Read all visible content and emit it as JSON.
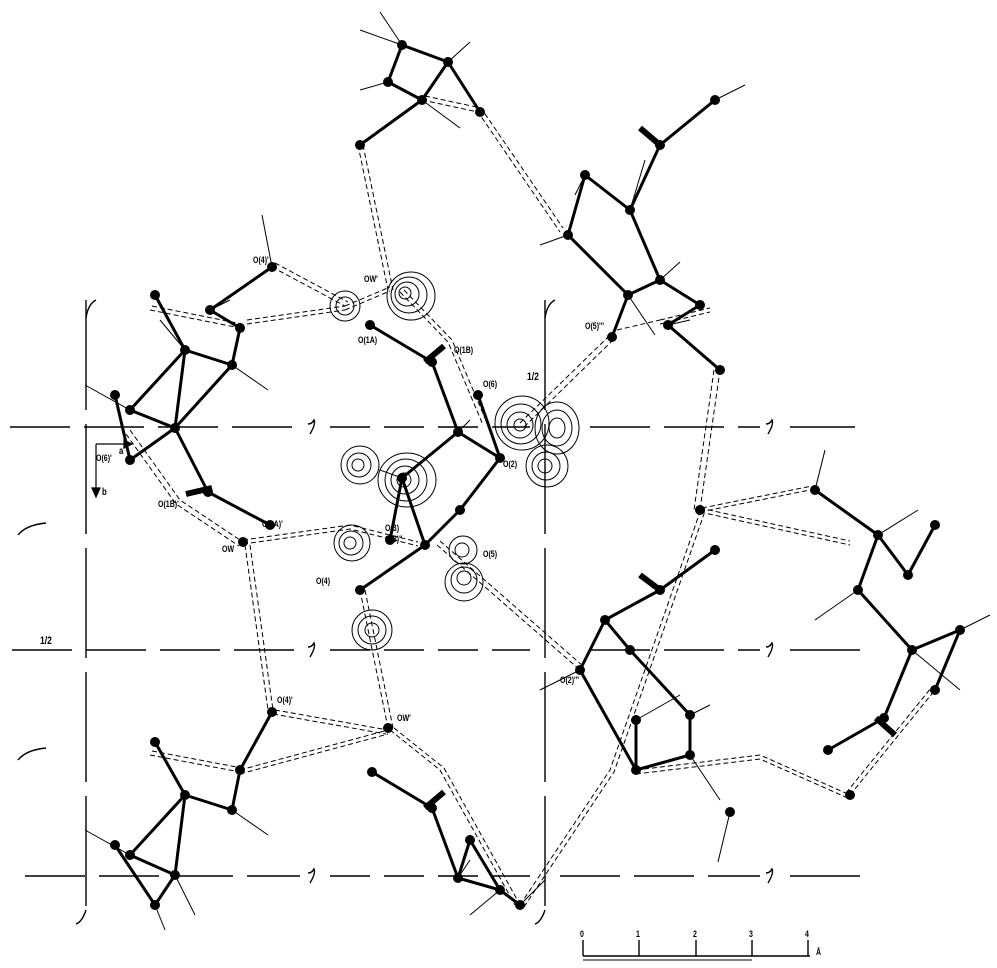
{
  "labels": {
    "o4_top": "O(4)'",
    "ow_top": "OW'",
    "o1a": "O(1A)",
    "o1b": "O(1B)",
    "o6": "O(6)",
    "half_top": "1/2",
    "o5_upper": "O(5)'''",
    "o6_left": "O(6)'",
    "o1b_left": "O(1B)'",
    "o1a_left": "O(1A)'",
    "o2": "O(2)",
    "o3": "O(3)",
    "o3b": "O(3)\"",
    "o5": "O(5)",
    "ow": "OW",
    "o4": "O(4)",
    "half_left": "1/2",
    "o2_lower": "O(2)'''",
    "o4_lower": "O(4)'",
    "ow_lower": "OW'",
    "axis_a": "a",
    "axis_b": "b"
  },
  "scale_bar": {
    "ticks": [
      "0",
      "1",
      "2",
      "3",
      "4"
    ],
    "unit": "Å"
  }
}
